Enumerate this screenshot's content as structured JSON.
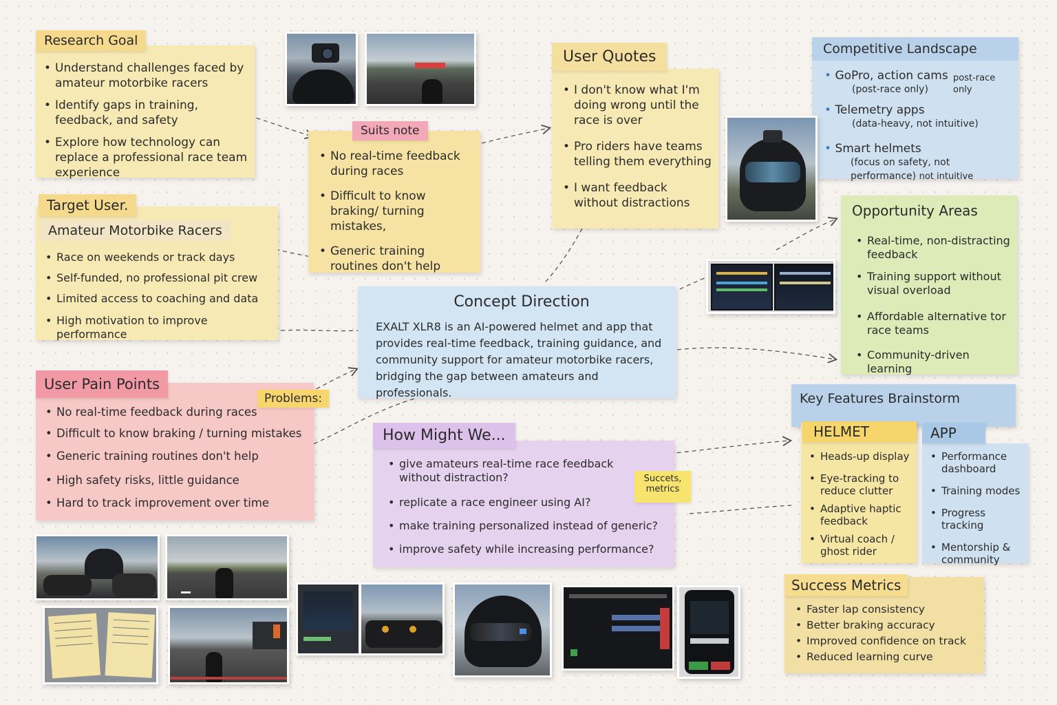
{
  "research_goal": {
    "title": "Research Goal",
    "items": [
      "Understand challenges faced by amateur motorbike racers",
      "Identify gaps in training, feedback, and safety",
      "Explore how technology can replace a professional race team experience"
    ]
  },
  "target_user": {
    "title": "Target User.",
    "subtitle": "Amateur Motorbike Racers",
    "items": [
      "Race on weekends or track days",
      "Self-funded, no professional pit crew",
      "Limited access to coaching and data",
      "High motivation to improve performance"
    ]
  },
  "suits_note": {
    "tag": "Suits note",
    "items": [
      "No real-time feedback during races",
      "Difficult to know braking/ turning mistakes,",
      "Generic training routines don't help"
    ]
  },
  "user_quotes": {
    "title": "User Quotes",
    "items": [
      "I don't know what I'm doing wrong until the race is over",
      "Pro riders have teams telling them everything",
      "I want feedback without distractions"
    ]
  },
  "competitive_landscape": {
    "title": "Competitive Landscape",
    "items": [
      {
        "main": "GoPro, action cams",
        "paren": "(post-race only)",
        "note": "post-race only"
      },
      {
        "main": "Telemetry apps",
        "paren": "(data-heavy, not intuitive)",
        "note": ""
      },
      {
        "main": "Smart helmets",
        "paren": "(focus on safety, not performance)",
        "note": "not intuitive"
      }
    ]
  },
  "opportunity_areas": {
    "title": "Opportunity Areas",
    "items": [
      "Real-time, non-distracting feedback",
      "Training support without visual overload",
      "Affordable alternative tor race teams",
      "Community-driven learning"
    ]
  },
  "concept_direction": {
    "title": "Concept Direction",
    "body": "EXALT XLR8 is an AI-powered helmet and app that provides real-time feedback, training guidance, and community support for amateur motorbike racers, bridging the gap between amateurs and professionals."
  },
  "pain_points": {
    "title": "User Pain Points",
    "tag": "Problems:",
    "items": [
      "No real-time feedback during races",
      "Difficult to know braking / turning mistakes",
      "Generic training routines don't help",
      "High safety risks, little guidance",
      "Hard to track improvement over time"
    ]
  },
  "how_might_we": {
    "title": "How Might We...",
    "sticky": "Succets, metrics",
    "items": [
      "give amateurs real-time race feedback without distraction?",
      "replicate a race engineer using AI?",
      "make training personalized instead of generic?",
      "improve safety while increasing performance?"
    ]
  },
  "key_features": {
    "title": "Key Features Brainstorm",
    "helmet": {
      "title": "HELMET",
      "items": [
        "Heads-up display",
        "Eye-tracking to reduce clutter",
        "Adaptive haptic feedback",
        "Virtual coach / ghost rider"
      ]
    },
    "app": {
      "title": "APP",
      "items": [
        "Performance dashboard",
        "Training modes",
        "Progress tracking",
        "Mentorship & community"
      ]
    }
  },
  "success_metrics": {
    "title": "Success Metrics",
    "items": [
      "Faster lap consistency",
      "Better braking accuracy",
      "Improved confidence on track",
      "Reduced learning curve"
    ]
  },
  "colors": {
    "yellow": "#f7e9b4",
    "pink": "#f6c8c6",
    "blue": "#cfe1f0",
    "green": "#dcebb7",
    "purple": "#e5d2ef",
    "orange": "#f4d9a6",
    "bullet_blue": "#3d7fc1"
  },
  "photos": [
    "helmet-camera-photo",
    "track-riders-photo",
    "smart-helmet-photo",
    "telemetry-screens-photo",
    "bikes-at-track-photo",
    "rider-on-track-photo",
    "handwritten-notes-photo",
    "pit-lane-photo",
    "dashboard-laptop-photo",
    "paddock-bikes-photo",
    "black-helmet-photo",
    "app-dashboard-photo",
    "phone-app-photo"
  ]
}
